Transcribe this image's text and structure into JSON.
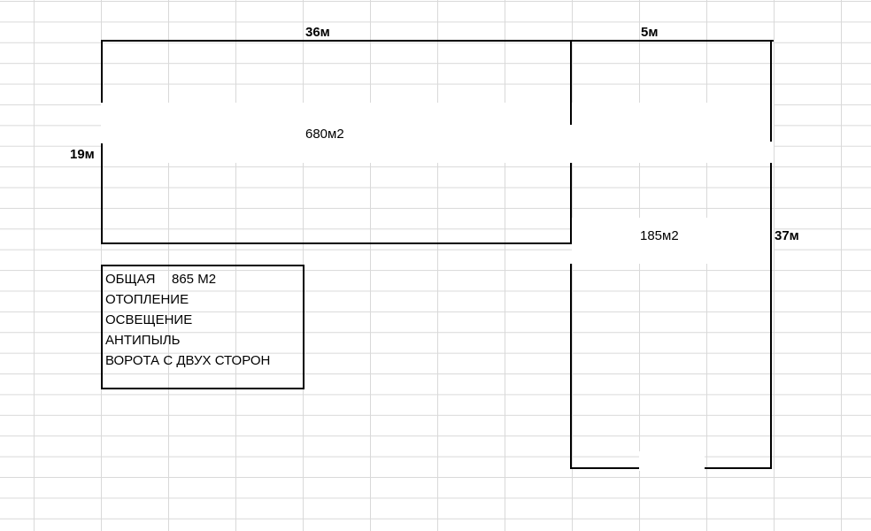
{
  "dimensions": {
    "big_width": "36м",
    "small_width": "5м",
    "big_height": "19м",
    "small_height": "37м"
  },
  "areas": {
    "big": "680м2",
    "small": "185м2"
  },
  "info": {
    "total_label": "ОБЩАЯ",
    "total_value": "865 М2",
    "lines": [
      "ОТОПЛЕНИЕ",
      "ОСВЕЩЕНИЕ",
      "АНТИПЫЛЬ",
      "ВОРОТА С ДВУХ СТОРОН"
    ]
  },
  "colors": {
    "grid": "#d9d9d9",
    "lines": "#000000",
    "background": "#ffffff"
  }
}
